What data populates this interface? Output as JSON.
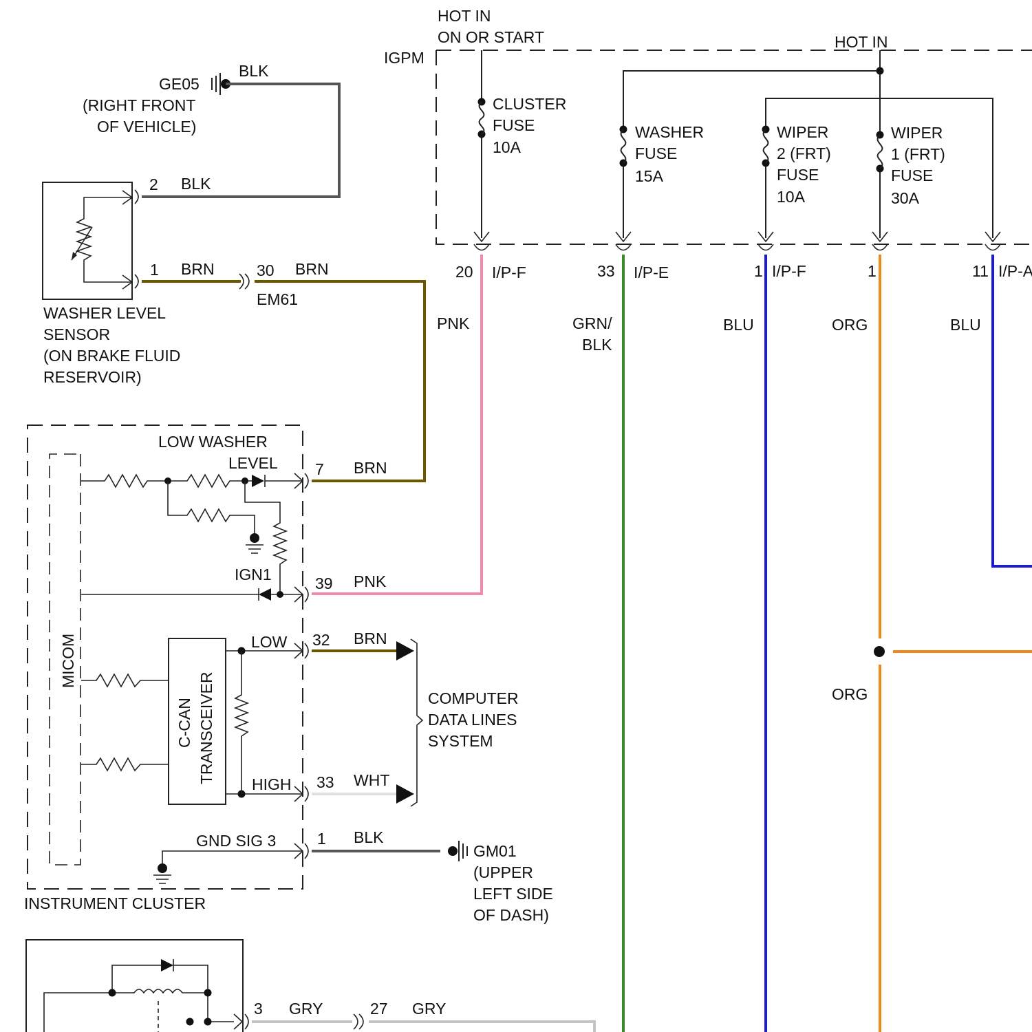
{
  "colors": {
    "BLK": "#555555",
    "BRN": "#6b5700",
    "PNK": "#f08ab0",
    "GRN_BLK": "#3a8a2a",
    "BLU": "#1a1ad6",
    "ORG": "#ee8a1c",
    "WHT": "#e0e0e0",
    "GRY": "#c4c4c4",
    "outline": "#222222"
  },
  "power": {
    "hot_in_on_or_start": [
      "HOT IN",
      "ON OR START"
    ],
    "hot_in": "HOT IN",
    "igpm": "IGPM"
  },
  "fuses": {
    "cluster": [
      "CLUSTER",
      "FUSE",
      "10A"
    ],
    "washer": [
      "WASHER",
      "FUSE",
      "15A"
    ],
    "wiper2": [
      "WIPER",
      "2 (FRT)",
      "FUSE",
      "10A"
    ],
    "wiper1": [
      "WIPER",
      "1 (FRT)",
      "FUSE",
      "30A"
    ]
  },
  "igpm_pins": {
    "p20": "20",
    "p20_conn": "I/P-F",
    "p33": "33",
    "p33_conn": "I/P-E",
    "p1a": "1",
    "p1a_conn": "I/P-F",
    "p1b": "1",
    "p11": "11",
    "p11_conn": "I/P-A"
  },
  "wire_labels": {
    "pnk": "PNK",
    "grn_blk": [
      "GRN/",
      "BLK"
    ],
    "blu_1": "BLU",
    "org_1": "ORG",
    "blu_2": "BLU",
    "org_2": "ORG"
  },
  "ground_ge05": {
    "id": "GE05",
    "location": [
      "(RIGHT FRONT",
      "OF VEHICLE)"
    ],
    "wire": "BLK"
  },
  "washer_sensor": {
    "pin2": "2",
    "pin2_wire": "BLK",
    "pin1": "1",
    "pin1_wire": "BRN",
    "em61_pin": "30",
    "em61_wire": "BRN",
    "em61": "EM61",
    "name": [
      "WASHER LEVEL",
      "SENSOR",
      "(ON BRAKE FLUID",
      "RESERVOIR)"
    ]
  },
  "cluster": {
    "name": "INSTRUMENT CLUSTER",
    "micom": "MICOM",
    "transceiver": [
      "C-CAN",
      "TRANSCEIVER"
    ],
    "low_washer": [
      "LOW WASHER",
      "LEVEL"
    ],
    "ign1": "IGN1",
    "low": "LOW",
    "high": "HIGH",
    "gnd_sig": "GND SIG 3",
    "pin7": "7",
    "pin7_wire": "BRN",
    "pin39": "39",
    "pin39_wire": "PNK",
    "pin32": "32",
    "pin32_wire": "BRN",
    "pin33": "33",
    "pin33_wire": "WHT",
    "pin1": "1",
    "pin1_wire": "BLK"
  },
  "data_lines": [
    "COMPUTER",
    "DATA LINES",
    "SYSTEM"
  ],
  "ground_gm01": {
    "id": "GM01",
    "location": [
      "(UPPER",
      "LEFT SIDE",
      "OF DASH)"
    ]
  },
  "bottom_component": {
    "pin3": "3",
    "pin3_wire": "GRY",
    "pin27": "27",
    "pin27_wire": "GRY"
  }
}
